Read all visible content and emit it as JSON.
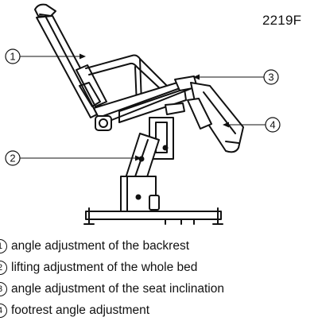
{
  "model_number": "2219F",
  "callouts": [
    "1",
    "2",
    "3",
    "4"
  ],
  "legend": [
    {
      "number": "1",
      "text": "angle adjustment of the backrest"
    },
    {
      "number": "2",
      "text": "lifting adjustment of the whole bed"
    },
    {
      "number": "3",
      "text": "angle adjustment of the seat inclination"
    },
    {
      "number": "4",
      "text": "footrest angle adjustment"
    }
  ]
}
